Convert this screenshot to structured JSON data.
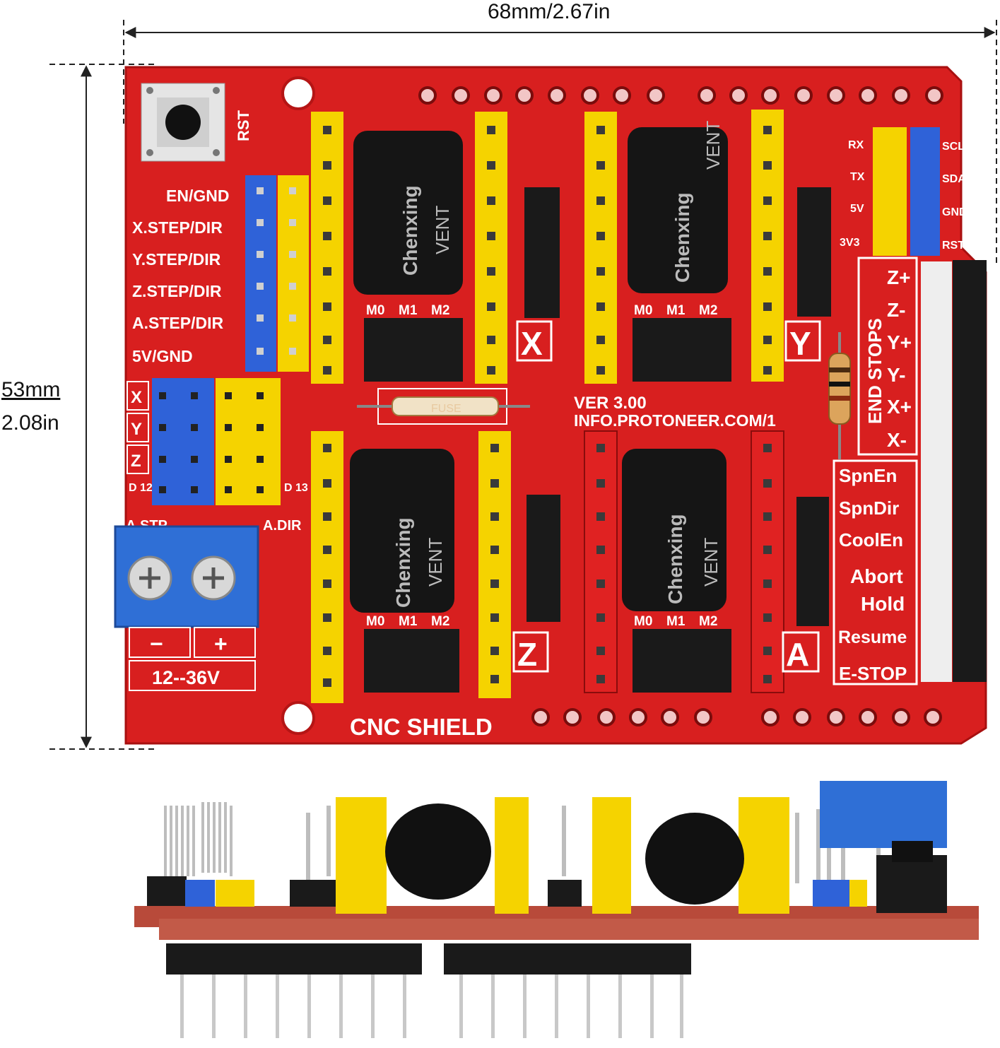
{
  "dimensions": {
    "width_label": "68mm/2.67in",
    "height_label_mm": "53mm",
    "height_label_in": "2.08in"
  },
  "board": {
    "title": "CNC  SHIELD",
    "version": "VER 3.00",
    "url": "INFO.PROTONEER.COM/1",
    "reset_label": "RST",
    "fuse_label": "FUSE",
    "power_label": "12--36V",
    "power_minus": "−",
    "power_plus": "+",
    "left_labels": [
      "EN/GND",
      "X.STEP/DIR",
      "Y.STEP/DIR",
      "Z.STEP/DIR",
      "A.STEP/DIR",
      "5V/GND"
    ],
    "clone_labels": [
      "X",
      "Y",
      "Z"
    ],
    "d12": "D 12",
    "d13": "D 13",
    "a_stp": "A.STP",
    "a_dir": "A.DIR",
    "axis_labels": [
      "X",
      "Y",
      "Z",
      "A"
    ],
    "microstep_labels": [
      "M0",
      "M1",
      "M2"
    ],
    "serial_labels": [
      "RX",
      "TX",
      "5V",
      "3V3"
    ],
    "i2c_labels": [
      "SCL",
      "SDA",
      "GND",
      "RST"
    ],
    "endstops_title": "END STOPS",
    "endstop_labels": [
      "Z+",
      "Z-",
      "Y+",
      "Y-",
      "X+",
      "X-"
    ],
    "control_labels": [
      "SpnEn",
      "SpnDir",
      "CoolEn",
      "Abort",
      "Hold",
      "Resume",
      "E-STOP"
    ],
    "capacitor_brand": "Chenxing",
    "capacitor_text": "VENT"
  },
  "colors": {
    "pcb": "#d81f1f",
    "yellow_header": "#f5d300",
    "blue_header": "#2f62d8",
    "black_header": "#1a1a1a",
    "red_header": "#e02222",
    "white_header": "#eeeeee",
    "terminal_blue": "#2f6fd6"
  }
}
